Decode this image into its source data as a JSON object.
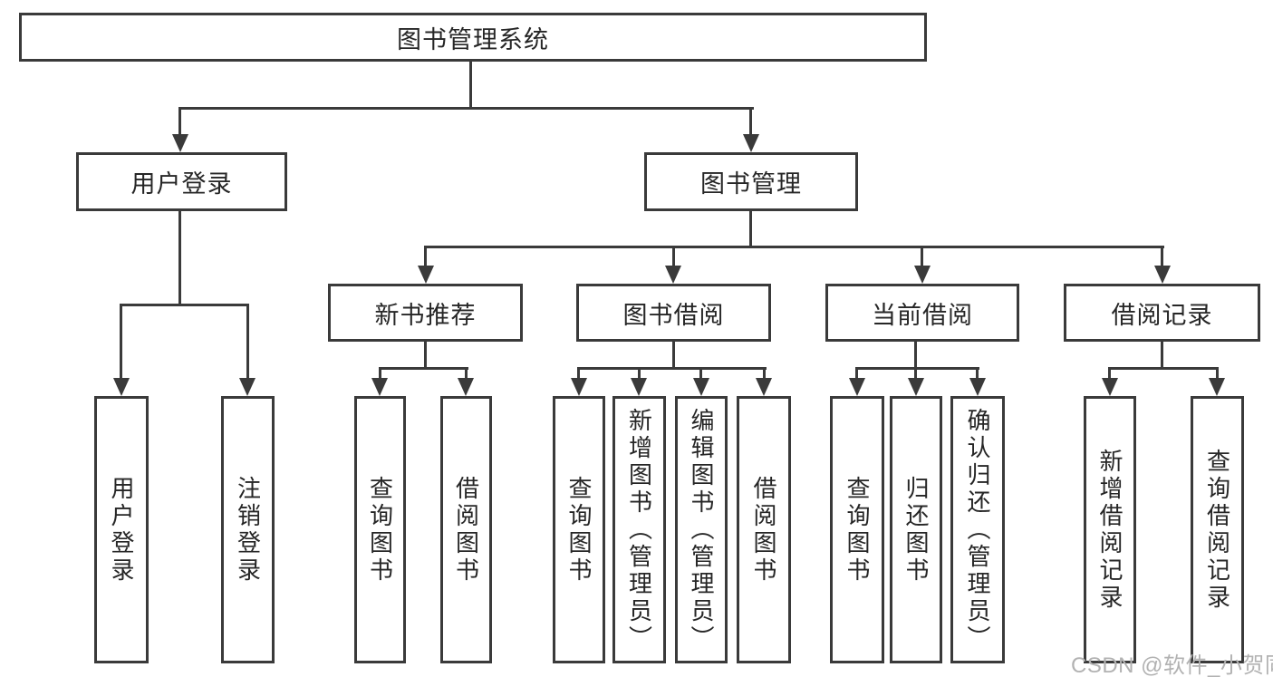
{
  "diagram": {
    "root": {
      "label": "图书管理系统"
    },
    "level2": [
      {
        "label": "用户登录"
      },
      {
        "label": "图书管理"
      }
    ],
    "level3": [
      {
        "label": "新书推荐"
      },
      {
        "label": "图书借阅"
      },
      {
        "label": "当前借阅"
      },
      {
        "label": "借阅记录"
      }
    ],
    "leaves": {
      "userLogin": [
        "用户登录",
        "注销登录"
      ],
      "newBooks": [
        "查询图书",
        "借阅图书"
      ],
      "bookBorrow": [
        "查询图书",
        "新增图书（管理员）",
        "编辑图书（管理员）",
        "借阅图书"
      ],
      "currentBorrow": [
        "查询图书",
        "归还图书",
        "确认归还（管理员）"
      ],
      "borrowRecords": [
        "新增借阅记录",
        "查询借阅记录"
      ]
    },
    "watermark": "CSDN @软件_小贺同学",
    "colors": {
      "line": "#3a3a3a",
      "text": "#262626",
      "background": "#ffffff",
      "watermark": "#b2b2b2"
    }
  }
}
